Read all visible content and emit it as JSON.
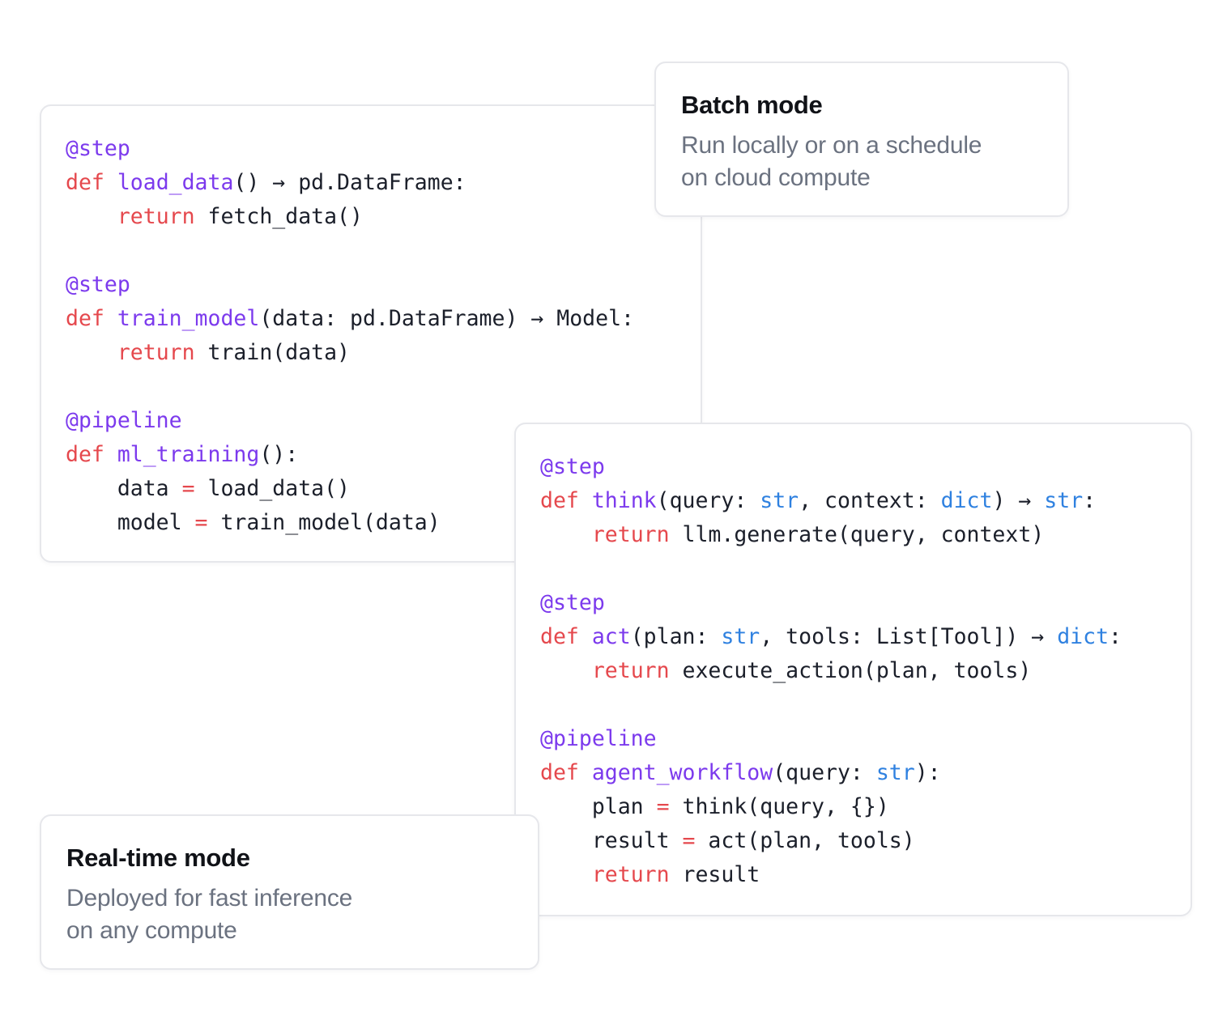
{
  "batch_code": {
    "lines": [
      [
        {
          "t": "decorator",
          "v": "@step"
        }
      ],
      [
        {
          "t": "keyword",
          "v": "def "
        },
        {
          "t": "function",
          "v": "load_data"
        },
        {
          "t": "plain",
          "v": "() → pd.DataFrame:"
        }
      ],
      [
        {
          "t": "plain",
          "v": "    "
        },
        {
          "t": "keyword",
          "v": "return "
        },
        {
          "t": "plain",
          "v": "fetch_data()"
        }
      ],
      [],
      [
        {
          "t": "decorator",
          "v": "@step"
        }
      ],
      [
        {
          "t": "keyword",
          "v": "def "
        },
        {
          "t": "function",
          "v": "train_model"
        },
        {
          "t": "plain",
          "v": "(data: pd.DataFrame) → Model:"
        }
      ],
      [
        {
          "t": "plain",
          "v": "    "
        },
        {
          "t": "keyword",
          "v": "return "
        },
        {
          "t": "plain",
          "v": "train(data)"
        }
      ],
      [],
      [
        {
          "t": "decorator",
          "v": "@pipeline"
        }
      ],
      [
        {
          "t": "keyword",
          "v": "def "
        },
        {
          "t": "function",
          "v": "ml_training"
        },
        {
          "t": "plain",
          "v": "():"
        }
      ],
      [
        {
          "t": "plain",
          "v": "    data "
        },
        {
          "t": "op",
          "v": "="
        },
        {
          "t": "plain",
          "v": " load_data()"
        }
      ],
      [
        {
          "t": "plain",
          "v": "    model "
        },
        {
          "t": "op",
          "v": "="
        },
        {
          "t": "plain",
          "v": " train_model(data)"
        }
      ]
    ]
  },
  "realtime_code": {
    "lines": [
      [
        {
          "t": "decorator",
          "v": "@step"
        }
      ],
      [
        {
          "t": "keyword",
          "v": "def "
        },
        {
          "t": "function",
          "v": "think"
        },
        {
          "t": "plain",
          "v": "(query: "
        },
        {
          "t": "type",
          "v": "str"
        },
        {
          "t": "plain",
          "v": ", context: "
        },
        {
          "t": "type",
          "v": "dict"
        },
        {
          "t": "plain",
          "v": ") → "
        },
        {
          "t": "type",
          "v": "str"
        },
        {
          "t": "plain",
          "v": ":"
        }
      ],
      [
        {
          "t": "plain",
          "v": "    "
        },
        {
          "t": "keyword",
          "v": "return "
        },
        {
          "t": "plain",
          "v": "llm.generate(query, context)"
        }
      ],
      [],
      [
        {
          "t": "decorator",
          "v": "@step"
        }
      ],
      [
        {
          "t": "keyword",
          "v": "def "
        },
        {
          "t": "function",
          "v": "act"
        },
        {
          "t": "plain",
          "v": "(plan: "
        },
        {
          "t": "type",
          "v": "str"
        },
        {
          "t": "plain",
          "v": ", tools: List[Tool]) → "
        },
        {
          "t": "type",
          "v": "dict"
        },
        {
          "t": "plain",
          "v": ":"
        }
      ],
      [
        {
          "t": "plain",
          "v": "    "
        },
        {
          "t": "keyword",
          "v": "return "
        },
        {
          "t": "plain",
          "v": "execute_action(plan, tools)"
        }
      ],
      [],
      [
        {
          "t": "decorator",
          "v": "@pipeline"
        }
      ],
      [
        {
          "t": "keyword",
          "v": "def "
        },
        {
          "t": "function",
          "v": "agent_workflow"
        },
        {
          "t": "plain",
          "v": "(query: "
        },
        {
          "t": "type",
          "v": "str"
        },
        {
          "t": "plain",
          "v": "):"
        }
      ],
      [
        {
          "t": "plain",
          "v": "    plan "
        },
        {
          "t": "op",
          "v": "="
        },
        {
          "t": "plain",
          "v": " think(query, {})"
        }
      ],
      [
        {
          "t": "plain",
          "v": "    result "
        },
        {
          "t": "op",
          "v": "="
        },
        {
          "t": "plain",
          "v": " act(plan, tools)"
        }
      ],
      [
        {
          "t": "plain",
          "v": "    "
        },
        {
          "t": "keyword",
          "v": "return "
        },
        {
          "t": "plain",
          "v": "result"
        }
      ]
    ]
  },
  "batch_mode": {
    "title": "Batch mode",
    "description_line1": "Run locally or on a schedule",
    "description_line2": "on cloud compute"
  },
  "realtime_mode": {
    "title": "Real-time mode",
    "description_line1": "Deployed for fast inference",
    "description_line2": "on any compute"
  },
  "colors": {
    "decorator": "#7c3aed",
    "keyword": "#e5484d",
    "function": "#7c3aed",
    "type": "#2f81e0",
    "plain": "#1b1f2a",
    "muted_text": "#6b7280",
    "card_border": "#e6e7eb"
  }
}
